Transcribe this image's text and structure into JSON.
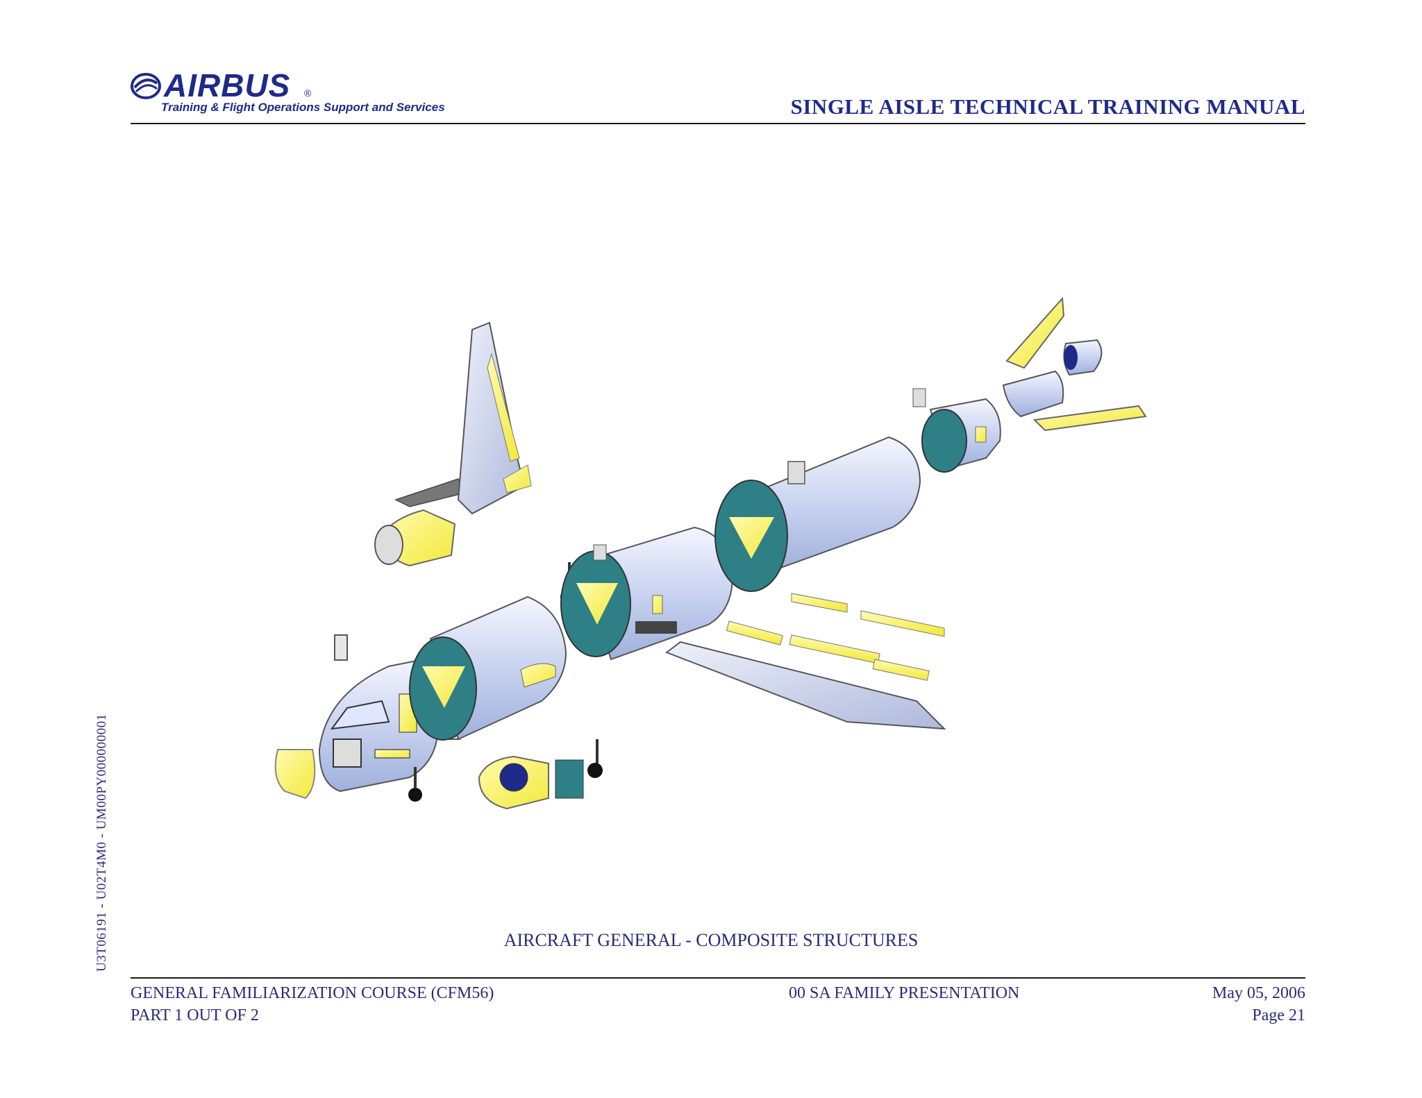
{
  "header": {
    "brand": "AIRBUS",
    "registered_mark": "®",
    "tagline": "Training & Flight Operations Support and Services",
    "manual_title": "SINGLE AISLE TECHNICAL TRAINING MANUAL"
  },
  "side_reference": "U3T06191 - U02T4M0 - UM00PY000000001",
  "figure": {
    "caption": "AIRCRAFT GENERAL - COMPOSITE STRUCTURES"
  },
  "footer": {
    "course": "GENERAL FAMILIARIZATION COURSE (CFM56)",
    "part": "PART 1 OUT OF 2",
    "family": "00 SA FAMILY PRESENTATION",
    "date": "May 05, 2006",
    "page": "Page 21"
  },
  "colors": {
    "brand_blue": "#1e2a8a",
    "text_navy": "#2a2a7a",
    "composite_yellow": "#f2e93a",
    "fuselage_lilac": "#c9d3f0",
    "structure_teal": "#2f7f86"
  }
}
